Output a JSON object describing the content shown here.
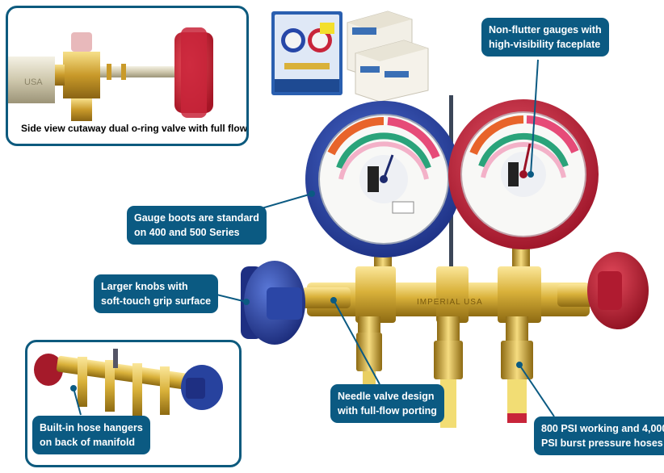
{
  "inset_top": {
    "caption": "Side view cutaway dual o-ring valve with full flow porting"
  },
  "callouts": {
    "gauges": {
      "line1": "Non-flutter gauges with",
      "line2": "high-visibility faceplate"
    },
    "boots": {
      "line1": "Gauge boots are standard",
      "line2": "on 400 and 500 Series"
    },
    "knobs": {
      "line1": "Larger knobs with",
      "line2": "soft-touch grip surface"
    },
    "hangers": {
      "line1": "Built-in hose hangers",
      "line2": "on back of manifold"
    },
    "needle": {
      "line1": "Needle valve design",
      "line2": "with full-flow porting"
    },
    "hoses": {
      "line1": "800 PSI working and 4,000",
      "line2": "PSI burst pressure hoses"
    }
  },
  "manifold": {
    "stamp": "IMPERIAL USA"
  },
  "colors": {
    "callout_bg": "#0b5a82",
    "brass": "#d9b13a",
    "blue": "#2747a8",
    "red": "#c8253a",
    "border": "#0d5a7e"
  }
}
